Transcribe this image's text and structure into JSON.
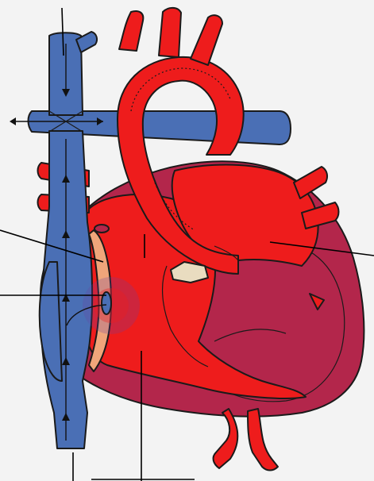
{
  "diagram": {
    "colors": {
      "background": "#f3f3f3",
      "oxygenated_red": "#ee1c1c",
      "muscle_dark_red": "#b3264b",
      "venous_blue": "#4a6fb5",
      "conduit_orange": "#f0a57a",
      "valve_tan": "#e9dcc0",
      "label_line": "#000000"
    },
    "structures": [
      "superior-vena-cava",
      "pulmonary-artery-branches",
      "aorta",
      "lateral-tunnel-conduit",
      "fenestration",
      "right-atrium",
      "left-atrium",
      "single-ventricle",
      "inferior-vena-cava",
      "descending-aorta"
    ],
    "icons": [
      "flow-arrow-up-icon",
      "flow-arrow-down-icon",
      "flow-arrow-left-icon",
      "flow-arrow-right-icon"
    ]
  }
}
